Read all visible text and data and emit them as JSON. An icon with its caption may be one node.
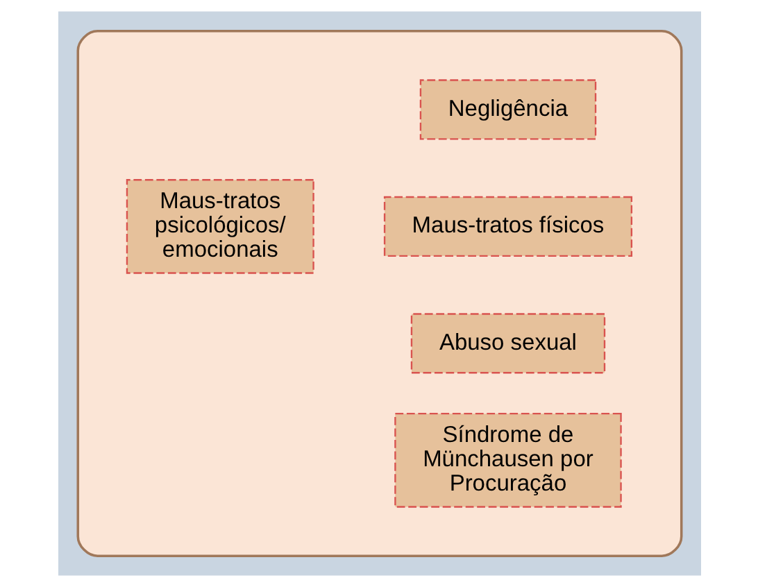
{
  "diagram": {
    "nodes": [
      {
        "text": [],
        "shape": "ellipse"
      },
      {
        "text": [
          "Negligência"
        ],
        "in": 0
      },
      {
        "text": [
          "Maus-tratos físicos"
        ],
        "in": 0
      },
      {
        "text": [
          "Maus-tratos psicológicos/ emocionais"
        ],
        "in": 0
      },
      {
        "text": [
          "Abuso sexual"
        ],
        "in": 0
      },
      {
        "text": [
          "Síndrome de Münchausen por Procuração"
        ],
        "in": 0
      }
    ],
    "edges": []
  }
}
